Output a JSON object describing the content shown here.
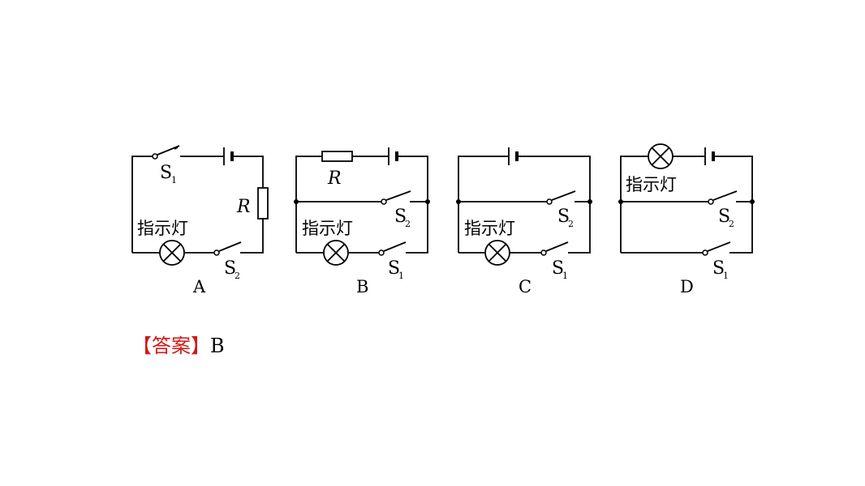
{
  "diagrams": [
    {
      "caption": "A",
      "lamp_label": "指示灯",
      "resistor_label": "R",
      "switch_top": "S",
      "switch_top_sub": "1",
      "switch_bottom": "S",
      "switch_bottom_sub": "2"
    },
    {
      "caption": "B",
      "lamp_label": "指示灯",
      "resistor_label": "R",
      "switch_mid": "S",
      "switch_mid_sub": "2",
      "switch_bottom": "S",
      "switch_bottom_sub": "1"
    },
    {
      "caption": "C",
      "lamp_label": "指示灯",
      "switch_mid": "S",
      "switch_mid_sub": "2",
      "switch_bottom": "S",
      "switch_bottom_sub": "1"
    },
    {
      "caption": "D",
      "lamp_label": "指示灯",
      "switch_mid": "S",
      "switch_mid_sub": "2",
      "switch_bottom": "S",
      "switch_bottom_sub": "1"
    }
  ],
  "answer": {
    "open": "【",
    "word": "答案",
    "close": "】",
    "value": "B"
  },
  "colors": {
    "bracket": "#d11a1a",
    "wire": "#000000"
  }
}
